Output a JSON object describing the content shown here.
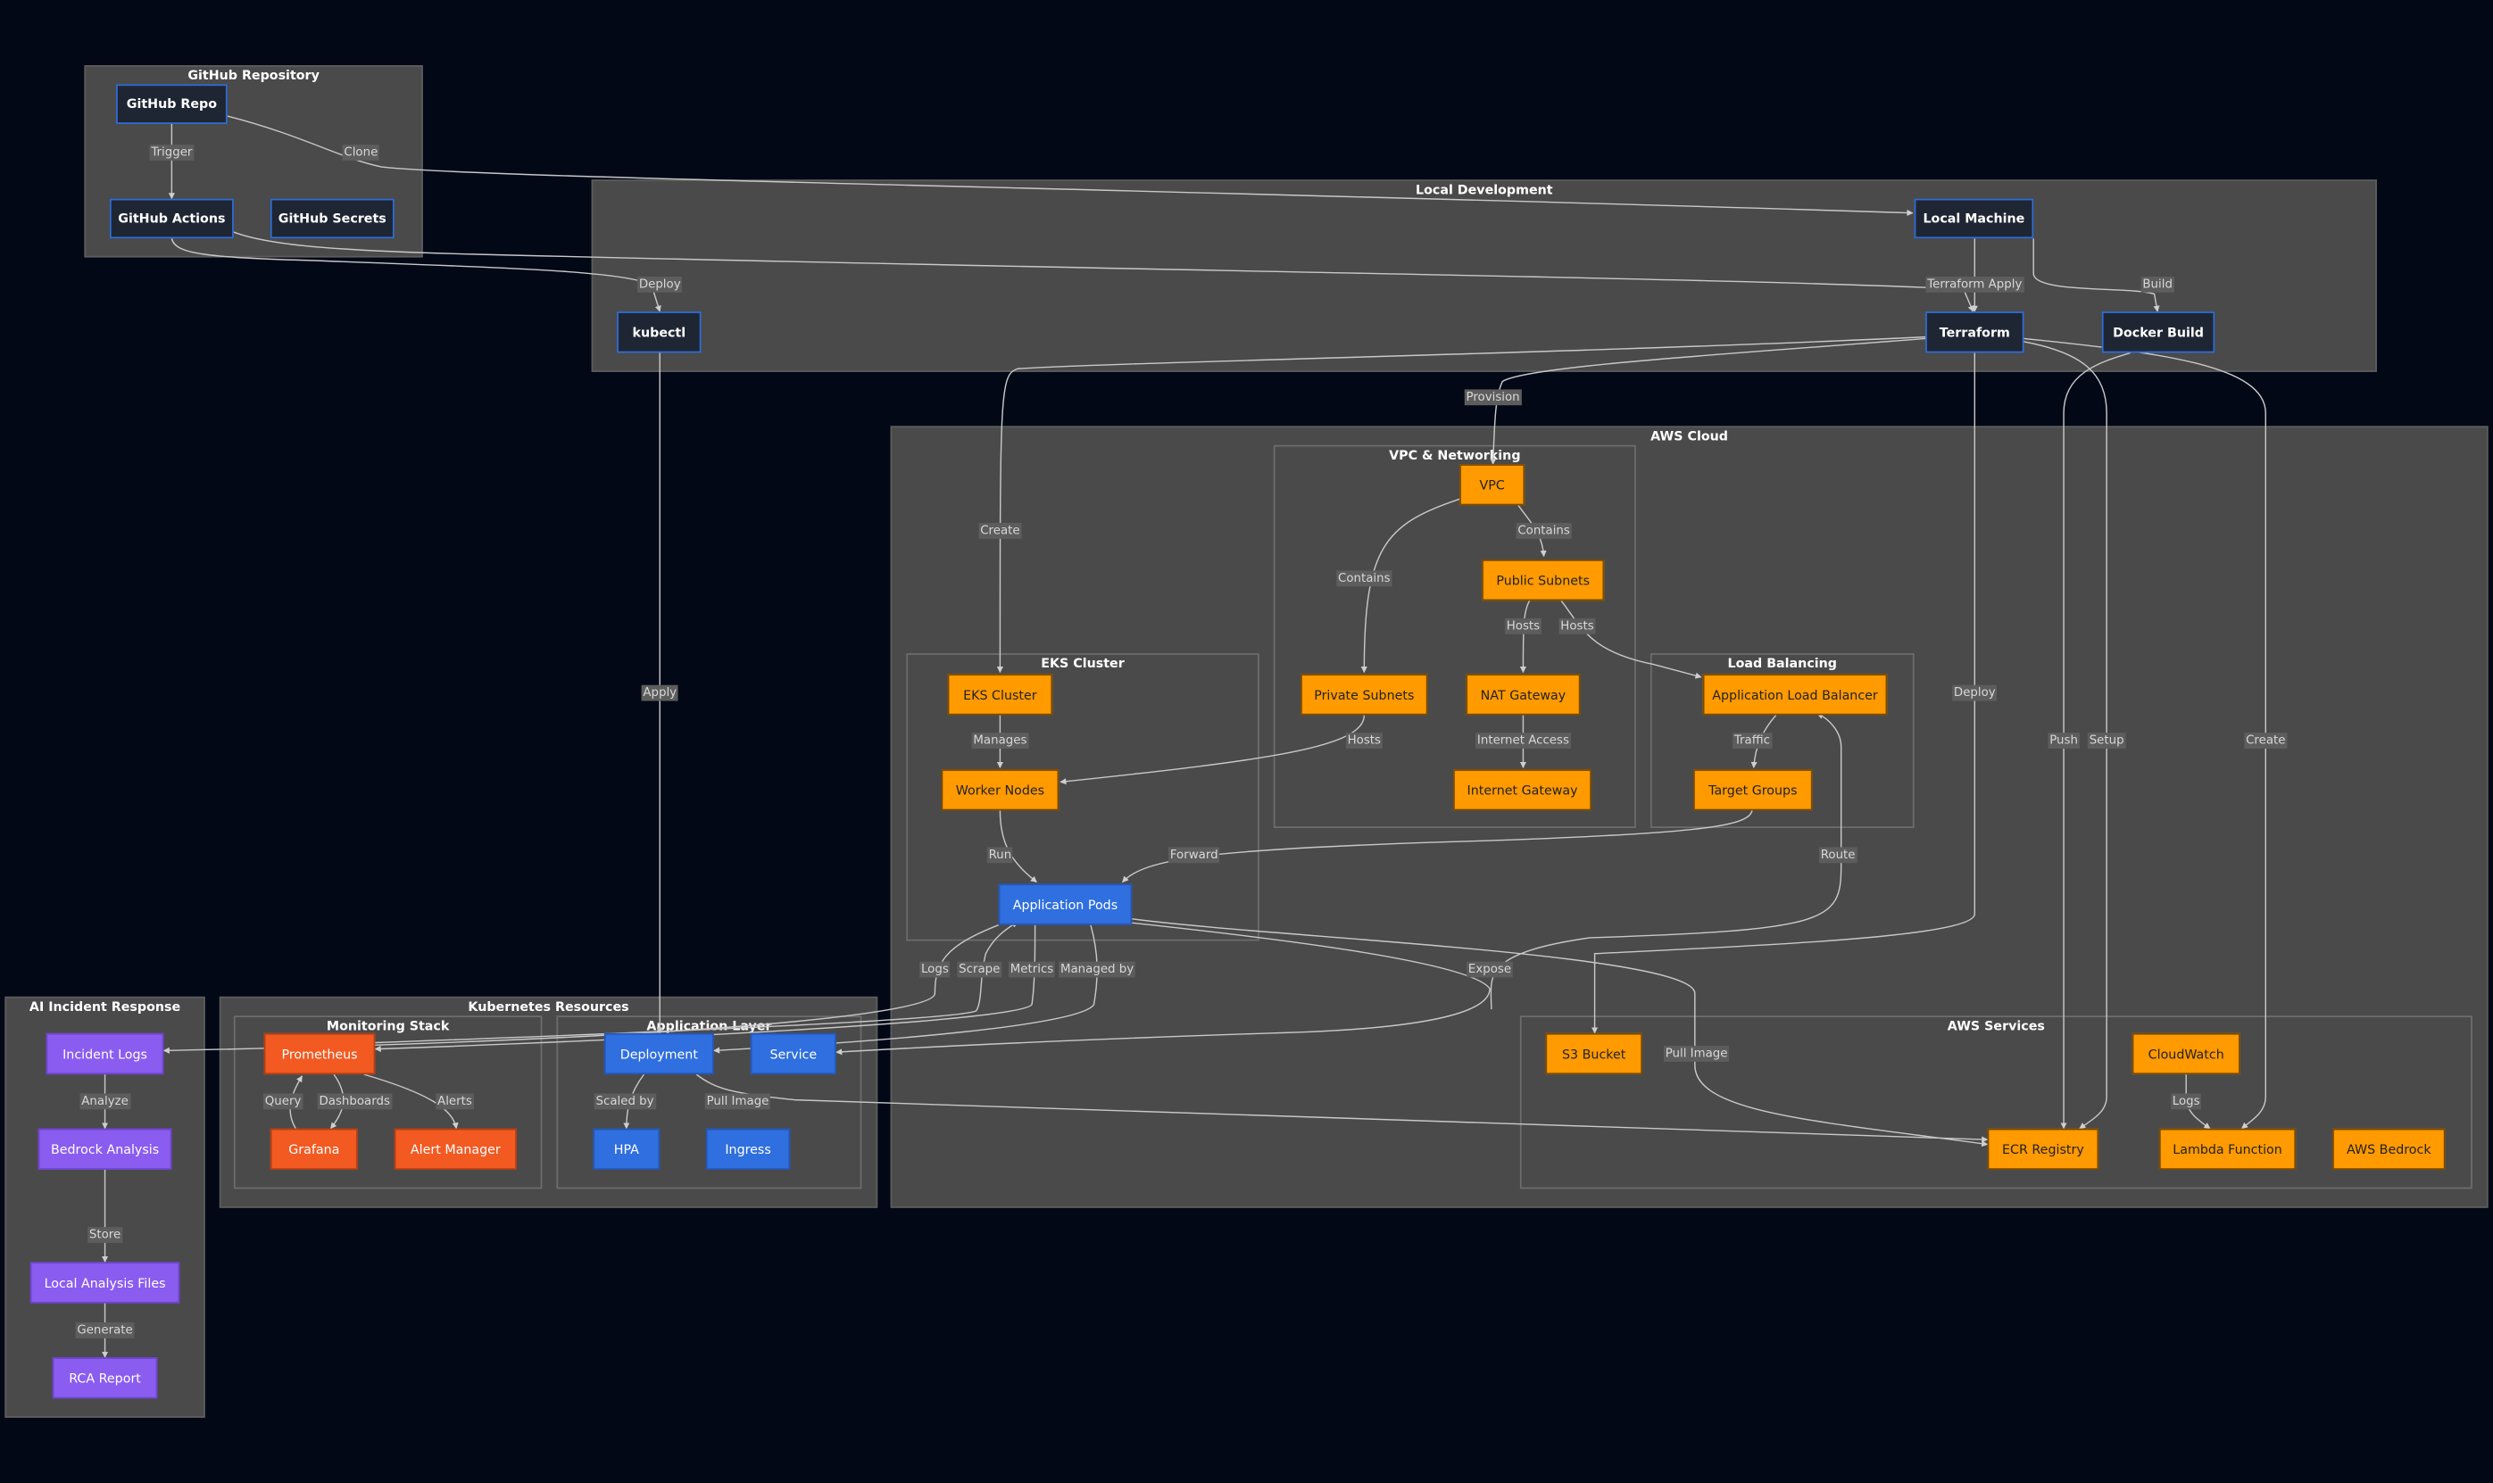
{
  "groups": {
    "github": "GitHub Repository",
    "local": "Local Development",
    "aws": "AWS Cloud",
    "vpc": "VPC & Networking",
    "eks": "EKS Cluster",
    "lb": "Load Balancing",
    "k8s": "Kubernetes Resources",
    "monitoring": "Monitoring Stack",
    "app": "Application Layer",
    "ai": "AI Incident Response",
    "services": "AWS Services"
  },
  "nodes": {
    "github_repo": "GitHub Repo",
    "github_actions": "GitHub Actions",
    "github_secrets": "GitHub Secrets",
    "local_machine": "Local Machine",
    "kubectl": "kubectl",
    "terraform": "Terraform",
    "docker_build": "Docker Build",
    "vpc": "VPC",
    "public_subnets": "Public Subnets",
    "private_subnets": "Private Subnets",
    "nat_gateway": "NAT Gateway",
    "internet_gateway": "Internet Gateway",
    "eks_cluster": "EKS Cluster",
    "worker_nodes": "Worker Nodes",
    "application_pods": "Application Pods",
    "alb": "Application Load Balancer",
    "target_groups": "Target Groups",
    "prometheus": "Prometheus",
    "grafana": "Grafana",
    "alert_manager": "Alert Manager",
    "deployment": "Deployment",
    "service": "Service",
    "hpa": "HPA",
    "ingress": "Ingress",
    "incident_logs": "Incident Logs",
    "bedrock_analysis": "Bedrock Analysis",
    "local_analysis_files": "Local Analysis Files",
    "rca_report": "RCA Report",
    "s3_bucket": "S3 Bucket",
    "cloudwatch": "CloudWatch",
    "ecr_registry": "ECR Registry",
    "lambda_function": "Lambda Function",
    "aws_bedrock": "AWS Bedrock"
  },
  "edge_labels": {
    "trigger": "Trigger",
    "clone": "Clone",
    "deploy_kubectl": "Deploy",
    "terraform_apply": "Terraform Apply",
    "build": "Build",
    "provision": "Provision",
    "create_eks": "Create",
    "apply": "Apply",
    "deploy_s3": "Deploy",
    "push": "Push",
    "setup": "Setup",
    "create_lambda": "Create",
    "contains_public": "Contains",
    "contains_private": "Contains",
    "hosts_nat": "Hosts",
    "hosts_alb": "Hosts",
    "hosts_workers": "Hosts",
    "internet_access": "Internet Access",
    "manages": "Manages",
    "run": "Run",
    "forward": "Forward",
    "traffic": "Traffic",
    "route": "Route",
    "logs_pods": "Logs",
    "scrape": "Scrape",
    "metrics": "Metrics",
    "managed_by": "Managed by",
    "expose": "Expose",
    "pull_image_ecr": "Pull Image",
    "query": "Query",
    "dashboards": "Dashboards",
    "alerts": "Alerts",
    "scaled_by": "Scaled by",
    "pull_image_deploy": "Pull Image",
    "logs_cw": "Logs",
    "analyze": "Analyze",
    "store": "Store",
    "generate": "Generate"
  },
  "colors": {
    "background": "#030817",
    "cluster": "#4a4a4a",
    "edge": "#c8c8c8",
    "edge_label_bg": "#5d5d5d",
    "dev_node": "#1f2633",
    "dev_border": "#2f6ed8",
    "aws_node": "#ff9a00",
    "k8s_node": "#2f6fdf",
    "monitoring_node": "#f25a22",
    "ai_node": "#8a5cf0"
  }
}
